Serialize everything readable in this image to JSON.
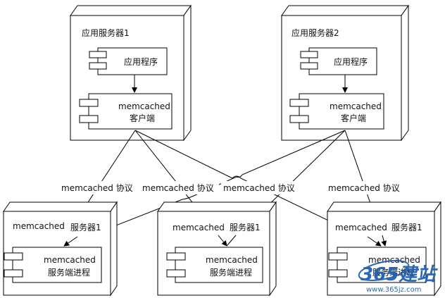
{
  "app_servers": [
    {
      "title": "应用服务器1",
      "app_label": "应用程序",
      "client_line1": "memcached",
      "client_line2": "客户端"
    },
    {
      "title": "应用服务器2",
      "app_label": "应用程序",
      "client_line1": "memcached",
      "client_line2": "客户端"
    }
  ],
  "cache_servers": [
    {
      "title_a": "memcached",
      "title_b": "服务器1",
      "proc_line1": "memcached",
      "proc_line2": "服务端进程"
    },
    {
      "title_a": "memcached",
      "title_b": "服务器1",
      "proc_line1": "memcached",
      "proc_line2": "服务端进程"
    },
    {
      "title_a": "memcached",
      "title_b": "服务器1",
      "proc_line1": "memcached",
      "proc_line2": "服务端进程"
    }
  ],
  "protocol_labels": [
    "memcached  协议",
    "memcached  协议",
    "memcached  协议",
    "memcached  协议"
  ],
  "watermark": {
    "text": "365建站",
    "url": "www.365jz.com"
  },
  "colors": {
    "line": "#000000",
    "box_fill": "#ffffff",
    "watermark_blue": "#1f5fb0",
    "watermark_red": "#d8262c"
  }
}
